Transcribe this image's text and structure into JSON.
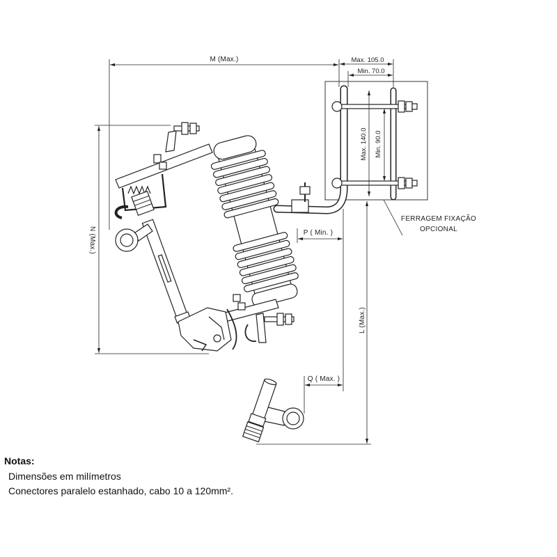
{
  "dimensions": {
    "m": "M (Max.)",
    "max_105": "Max. 105.0",
    "min_70": "Min. 70.0",
    "max_140": "Max. 140.0",
    "min_90": "Min. 90.0",
    "n": "N (Max.)",
    "p": "P ( Min. )",
    "l": "L (Max.)",
    "q": "Q ( Max. )"
  },
  "callout": {
    "line1": "FERRAGEM FIXAÇÃO",
    "line2": "OPCIONAL"
  },
  "notes": {
    "heading": "Notas:",
    "items": [
      "Dimensões em milímetros",
      "Conectores paralelo estanhado, cabo 10 a 120mm²."
    ]
  },
  "colors": {
    "line": "#222222",
    "background": "#ffffff"
  }
}
